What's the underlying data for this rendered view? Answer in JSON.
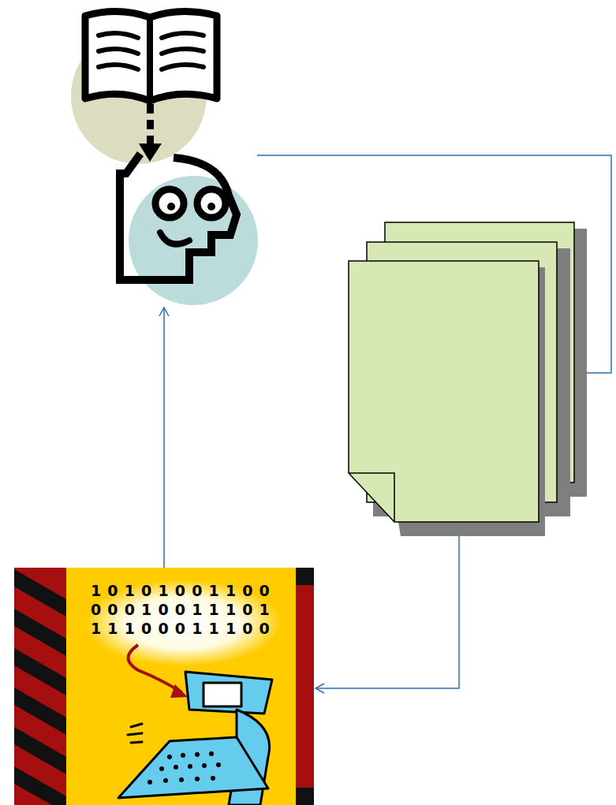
{
  "diagram": {
    "labels": [
      "10101001100",
      "00010011101",
      "11100011100"
    ]
  }
}
